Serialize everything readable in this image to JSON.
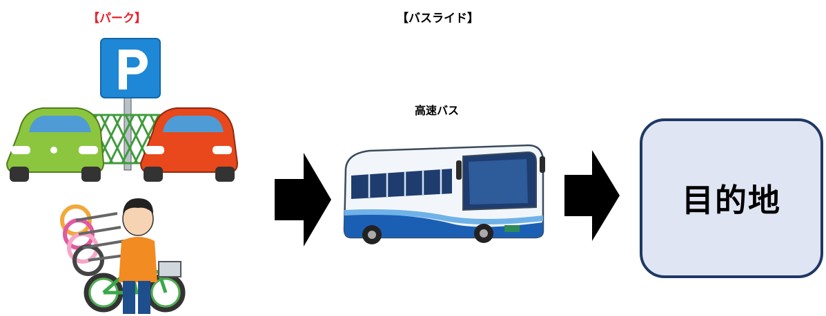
{
  "labels": {
    "park": "【パーク】",
    "bus_ride": "【バスライド】",
    "bus_caption": "高速バス",
    "destination": "目的地"
  },
  "colors": {
    "park_label": "#e8202a",
    "destination_fill": "#dfe5f3",
    "destination_border": "#1f3864",
    "arrow": "#000000",
    "parking_sign": "#1e88d6",
    "car_green": "#8cc63f",
    "car_red": "#e8481c",
    "bus_body": "#f2f6fb",
    "bus_blue": "#1b5fb5"
  },
  "icons": {
    "parking_sign": "parking-sign-icon",
    "green_car": "green-car-icon",
    "red_car": "red-car-icon",
    "fence": "fence-icon",
    "bicycles": "bicycle-rack-icon",
    "person": "person-with-bicycle-icon",
    "bus": "highway-bus-icon",
    "arrow": "right-arrow-icon"
  }
}
